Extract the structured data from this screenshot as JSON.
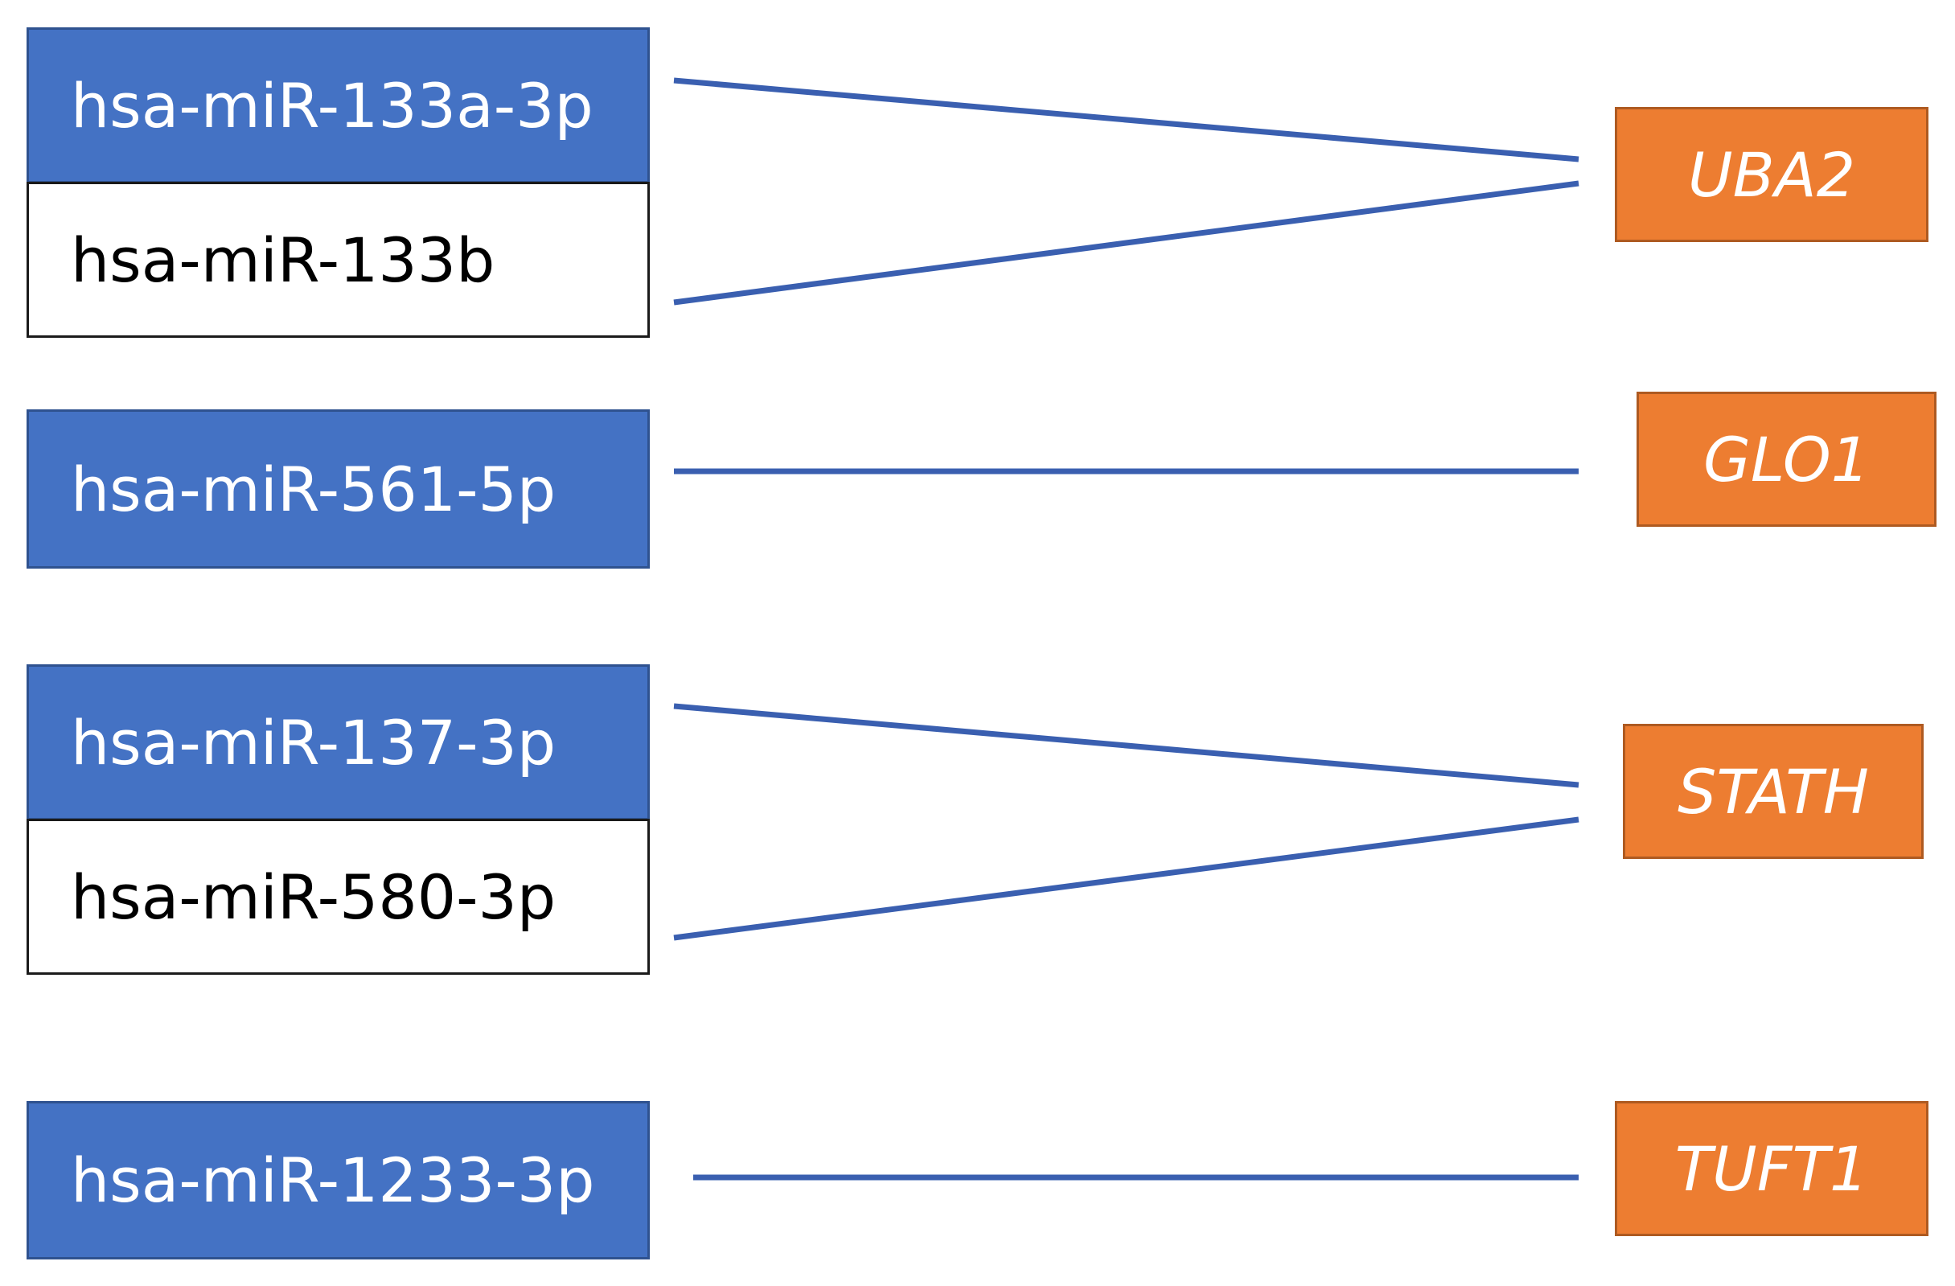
{
  "mirnas": [
    {
      "id": "m1",
      "label": "hsa-miR-133a-3p",
      "style": "filled"
    },
    {
      "id": "m2",
      "label": "hsa-miR-133b",
      "style": "plain"
    },
    {
      "id": "m3",
      "label": "hsa-miR-561-5p",
      "style": "filled"
    },
    {
      "id": "m4",
      "label": "hsa-miR-137-3p",
      "style": "filled"
    },
    {
      "id": "m5",
      "label": "hsa-miR-580-3p",
      "style": "plain"
    },
    {
      "id": "m6",
      "label": "hsa-miR-1233-3p",
      "style": "filled"
    }
  ],
  "genes": [
    {
      "id": "g1",
      "label": "UBA2"
    },
    {
      "id": "g2",
      "label": "GLO1"
    },
    {
      "id": "g3",
      "label": "STATH"
    },
    {
      "id": "g4",
      "label": "TUFT1"
    }
  ],
  "links": [
    {
      "from": "m1",
      "to": "g1"
    },
    {
      "from": "m2",
      "to": "g1"
    },
    {
      "from": "m3",
      "to": "g2"
    },
    {
      "from": "m4",
      "to": "g3"
    },
    {
      "from": "m5",
      "to": "g3"
    },
    {
      "from": "m6",
      "to": "g4"
    }
  ],
  "colors": {
    "mirna_fill": "#4472c4",
    "gene_fill": "#ed7d31",
    "link": "#3a5fb0"
  }
}
